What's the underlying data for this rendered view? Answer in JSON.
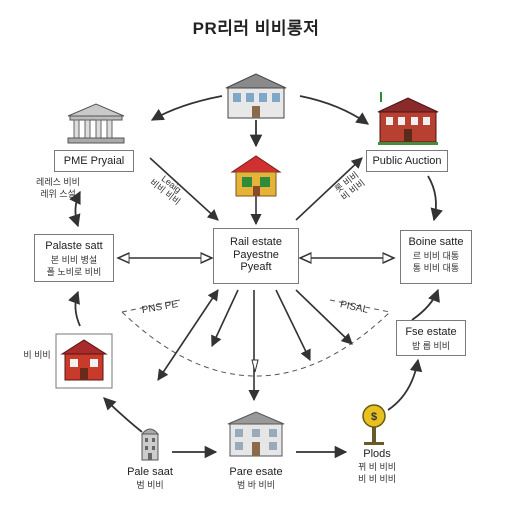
{
  "title": "PR리러 비비롱저",
  "center": {
    "line1": "Rail estate",
    "line2": "Payestne",
    "line3": "Pyeaft"
  },
  "nodes": {
    "pme_pryaial": {
      "label": "PME Pryaial",
      "sub1": "레레스 비비",
      "sub2": "레위 스설"
    },
    "public_auction": {
      "label": "Public Auction"
    },
    "palaste_satt": {
      "label": "Palaste satt",
      "sub1": "본 비비 병설",
      "sub2": "폴 노비로 비비"
    },
    "boine_satte": {
      "label": "Boine satte",
      "sub1": "르 비비 대통",
      "sub2": "통 비비 대통"
    },
    "fse_estate": {
      "label": "Fse estate",
      "sub": "밥 롭 비비"
    },
    "pare_esate": {
      "label": "Pare esate",
      "sub": "범 바 비비"
    },
    "pale_saat": {
      "label": "Pale saat",
      "sub": "범 비비"
    },
    "plods": {
      "label": "Plods",
      "sub1": "뀌 비 비비",
      "sub2": "비 비 비비"
    }
  },
  "labels": {
    "left_small": "비 비비",
    "leasing": "Leaig",
    "leasing_sub": "비비 비비",
    "right_small": "롯 비비",
    "right_small_sub": "비 비비",
    "pns_pe": "PNS PE",
    "pisal": "PISAL"
  },
  "icons": [
    "bank-icon",
    "mansion-icon",
    "house-icon",
    "manor-icon",
    "brick-house-icon",
    "tower-icon",
    "townhouse-icon",
    "coin-sign-icon"
  ]
}
